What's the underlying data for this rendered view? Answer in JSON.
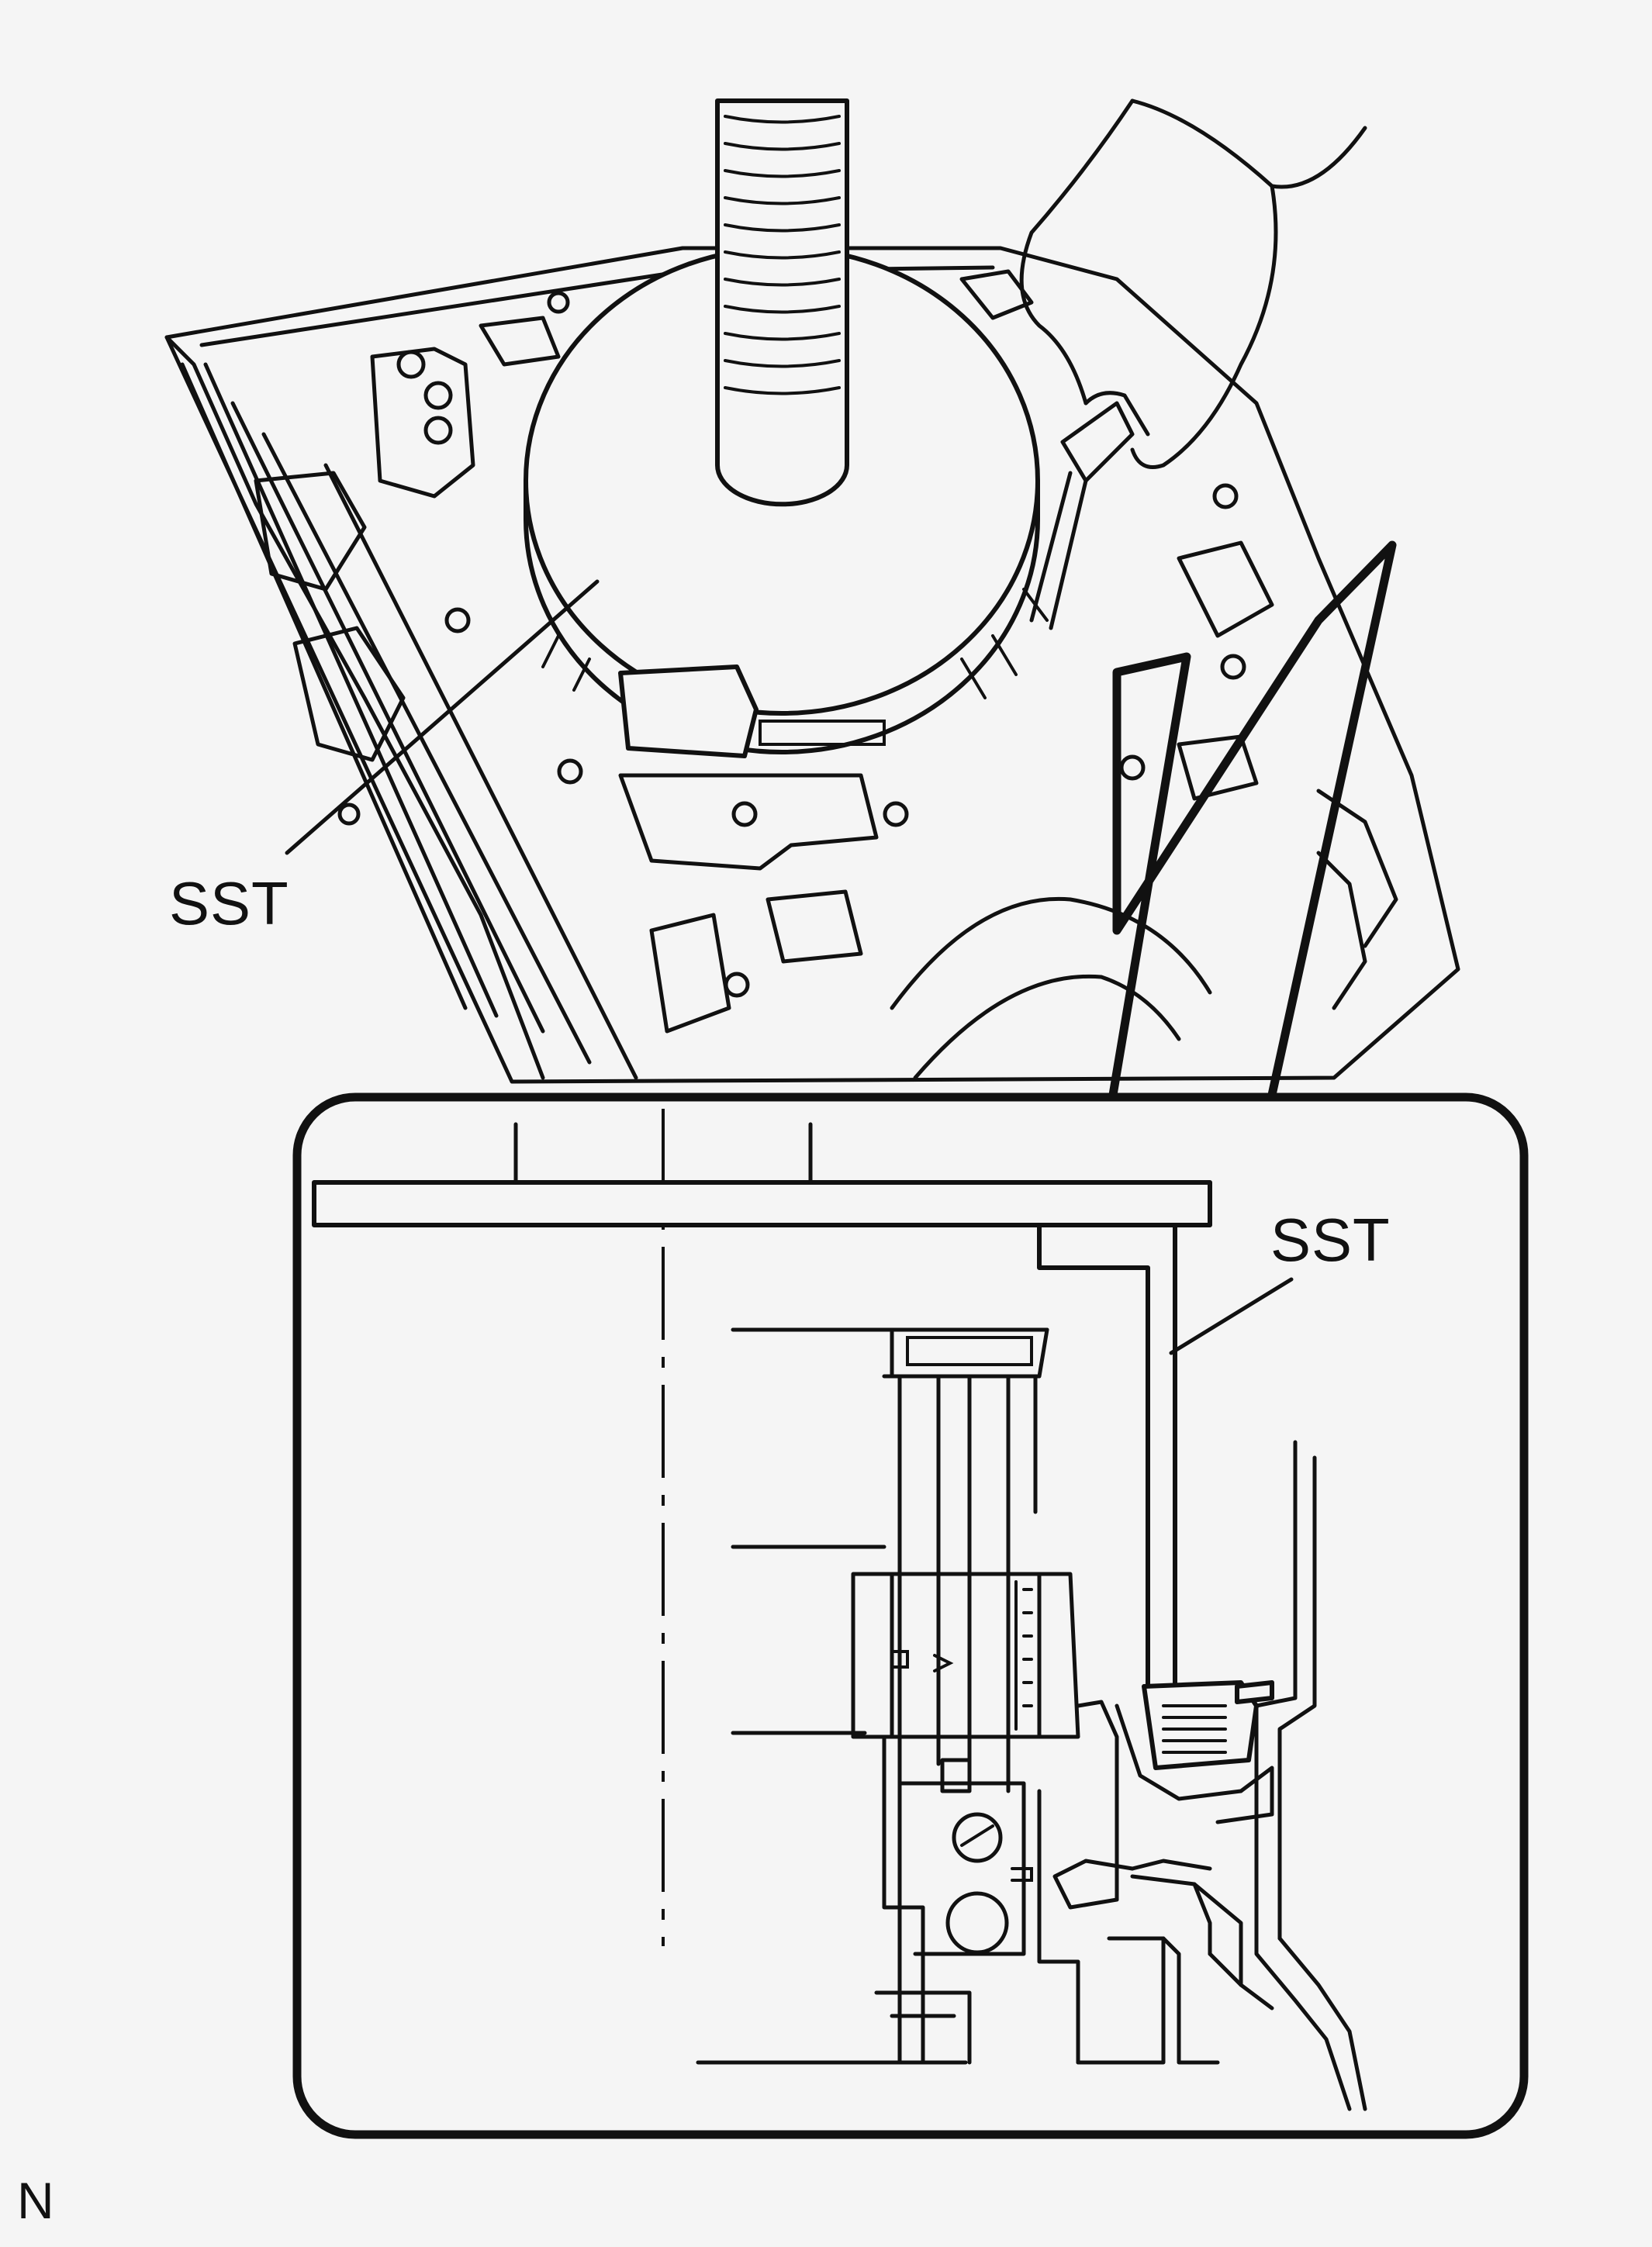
{
  "labels": {
    "sst_top": "SST",
    "sst_detail": "SST",
    "figure_id": "N"
  },
  "colors": {
    "background": "#f5f5f5",
    "line": "#111111"
  }
}
